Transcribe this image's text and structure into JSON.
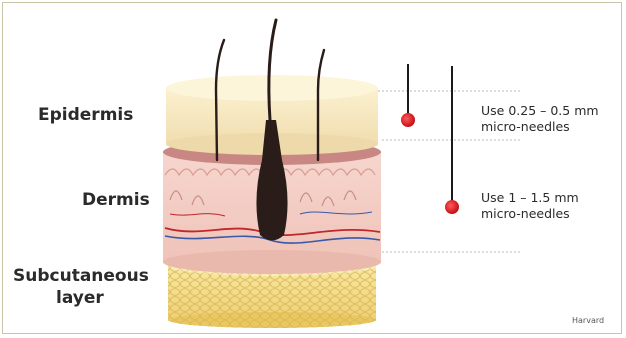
{
  "layers": {
    "epidermis": "Epidermis",
    "dermis": "Dermis",
    "subcutaneous_line1": "Subcutaneous",
    "subcutaneous_line2": "layer"
  },
  "needles": {
    "short": {
      "line1": "Use 0.25 – 0.5 mm",
      "line2": "micro-needles"
    },
    "long": {
      "line1": "Use 1 – 1.5 mm",
      "line2": "micro-needles"
    }
  },
  "credit": "Harvard",
  "colors": {
    "epidermis": "#f7e9bd",
    "dermis": "#f1c7bf",
    "dermis_top": "#c98783",
    "subcutaneous": "#f6df8a",
    "hair": "#2a1c19",
    "needle_tip": "#e01a22"
  }
}
